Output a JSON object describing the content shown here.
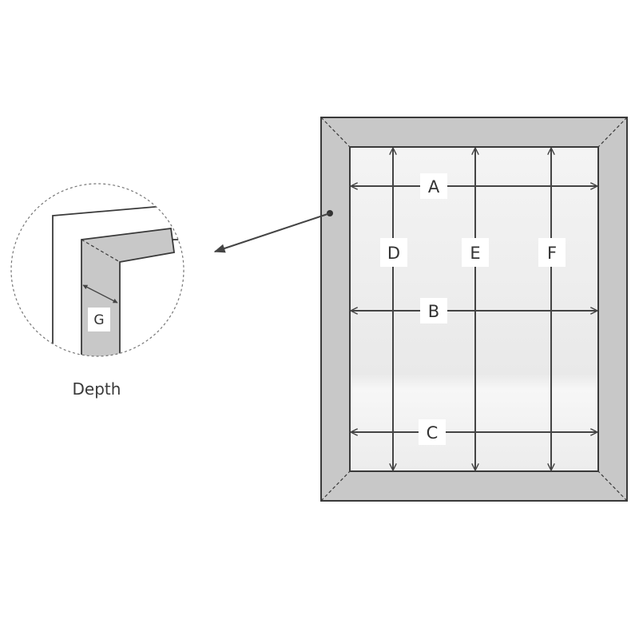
{
  "diagram": {
    "labels": {
      "a": "A",
      "b": "B",
      "c": "C",
      "d": "D",
      "e": "E",
      "f": "F",
      "g": "G"
    },
    "detail_caption": "Depth"
  },
  "colors": {
    "frame_fill": "#c8c8c8",
    "outline": "#3a3a3a",
    "glass": "#f2f2f2",
    "arrow": "#444444"
  }
}
